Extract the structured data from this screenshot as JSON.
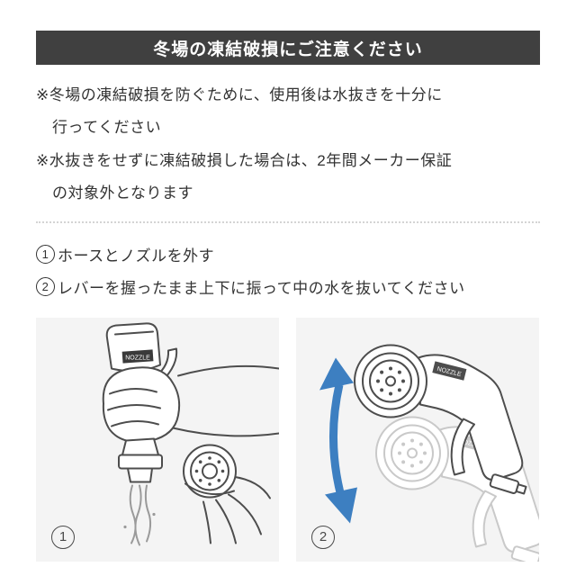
{
  "banner": {
    "title": "冬場の凍結破損にご注意ください"
  },
  "notes": [
    {
      "lines": [
        "※冬場の凍結破損を防ぐために、使用後は水抜きを十分に",
        "行ってください"
      ]
    },
    {
      "lines": [
        "※水抜きをせずに凍結破損した場合は、2年間メーカー保証",
        "の対象外となります"
      ]
    }
  ],
  "steps": [
    {
      "number": "1",
      "text": "ホースとノズルを外す"
    },
    {
      "number": "2",
      "text": "レバーを握ったまま上下に振って中の水を抜いてください"
    }
  ],
  "panels": [
    {
      "number": "1",
      "illustration": "hand-draining-water-from-upside-down-sprayer-with-nozzle-head-removed"
    },
    {
      "number": "2",
      "illustration": "sprayer-shaken-up-and-down-blue-double-arrow"
    }
  ],
  "sprayer_badge": "NOZZLE",
  "colors": {
    "banner_bg": "#404040",
    "banner_text": "#ffffff",
    "body_text": "#333333",
    "panel_bg": "#f4f4f4",
    "line_art": "#4d4d4d",
    "ghost_line": "#c9c9c9",
    "water": "#9a9a9a",
    "arrow_blue": "#3d7fc1",
    "divider": "#d4d4d4"
  }
}
